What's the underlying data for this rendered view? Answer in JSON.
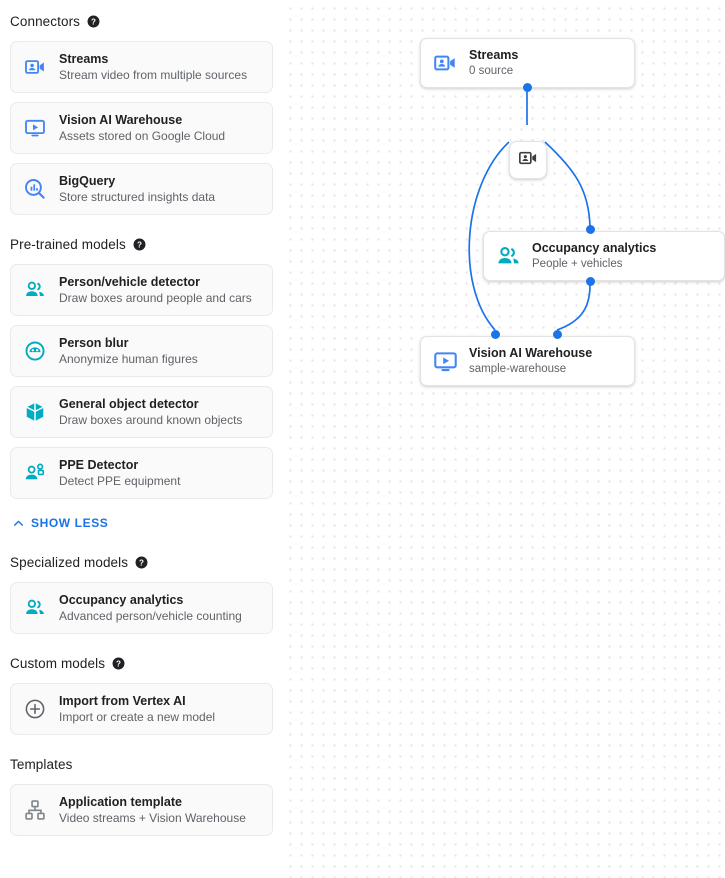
{
  "sidebar": {
    "sections": [
      {
        "title": "Connectors",
        "has_help": true,
        "help_icon": "help-circle-icon",
        "items": [
          {
            "title": "Streams",
            "subtitle": "Stream video from multiple sources",
            "icon": "video-camera-person-icon",
            "icon_color": "#4285f4"
          },
          {
            "title": "Vision AI Warehouse",
            "subtitle": "Assets stored on Google Cloud",
            "icon": "monitor-play-icon",
            "icon_color": "#4285f4"
          },
          {
            "title": "BigQuery",
            "subtitle": "Store structured insights data",
            "icon": "magnifier-barchart-icon",
            "icon_color": "#4285f4"
          }
        ]
      },
      {
        "title": "Pre-trained models",
        "has_help": true,
        "help_icon": "help-circle-icon",
        "items": [
          {
            "title": "Person/vehicle detector",
            "subtitle": "Draw boxes around people and cars",
            "icon": "people-icon",
            "icon_color": "#00acc1"
          },
          {
            "title": "Person blur",
            "subtitle": "Anonymize human figures",
            "icon": "face-blur-icon",
            "icon_color": "#00acc1"
          },
          {
            "title": "General object detector",
            "subtitle": "Draw boxes around known objects",
            "icon": "cube-icon",
            "icon_color": "#00acc1"
          },
          {
            "title": "PPE Detector",
            "subtitle": "Detect PPE equipment",
            "icon": "person-gear-icon",
            "icon_color": "#00acc1"
          }
        ]
      }
    ],
    "show_less": {
      "label": "SHOW LESS",
      "icon": "chevron-up-icon",
      "color": "#1a73e8"
    },
    "sections_after": [
      {
        "title": "Specialized models",
        "has_help": true,
        "help_icon": "help-circle-icon",
        "items": [
          {
            "title": "Occupancy analytics",
            "subtitle": "Advanced person/vehicle counting",
            "icon": "people-icon",
            "icon_color": "#00acc1"
          }
        ]
      },
      {
        "title": "Custom models",
        "has_help": true,
        "help_icon": "help-circle-icon",
        "items": [
          {
            "title": "Import from Vertex AI",
            "subtitle": "Import or create a new model",
            "icon": "plus-circle-icon",
            "icon_color": "#5f6368"
          }
        ]
      },
      {
        "title": "Templates",
        "has_help": false,
        "items": [
          {
            "title": "Application template",
            "subtitle": "Video streams + Vision Warehouse",
            "icon": "account-tree-icon",
            "icon_color": "#80868b"
          }
        ]
      }
    ]
  },
  "canvas": {
    "nodes": [
      {
        "id": "streams",
        "title": "Streams",
        "subtitle": "0 source",
        "icon": "video-camera-person-icon",
        "icon_color": "#4285f4"
      },
      {
        "id": "occupancy",
        "title": "Occupancy analytics",
        "subtitle": "People + vehicles",
        "icon": "people-icon",
        "icon_color": "#00acc1"
      },
      {
        "id": "warehouse",
        "title": "Vision AI Warehouse",
        "subtitle": "sample-warehouse",
        "icon": "monitor-play-icon",
        "icon_color": "#4285f4"
      }
    ],
    "junction": {
      "icon": "video-camera-person-icon",
      "icon_color": "#3c4043"
    },
    "edge_color": "#1a73e8"
  }
}
